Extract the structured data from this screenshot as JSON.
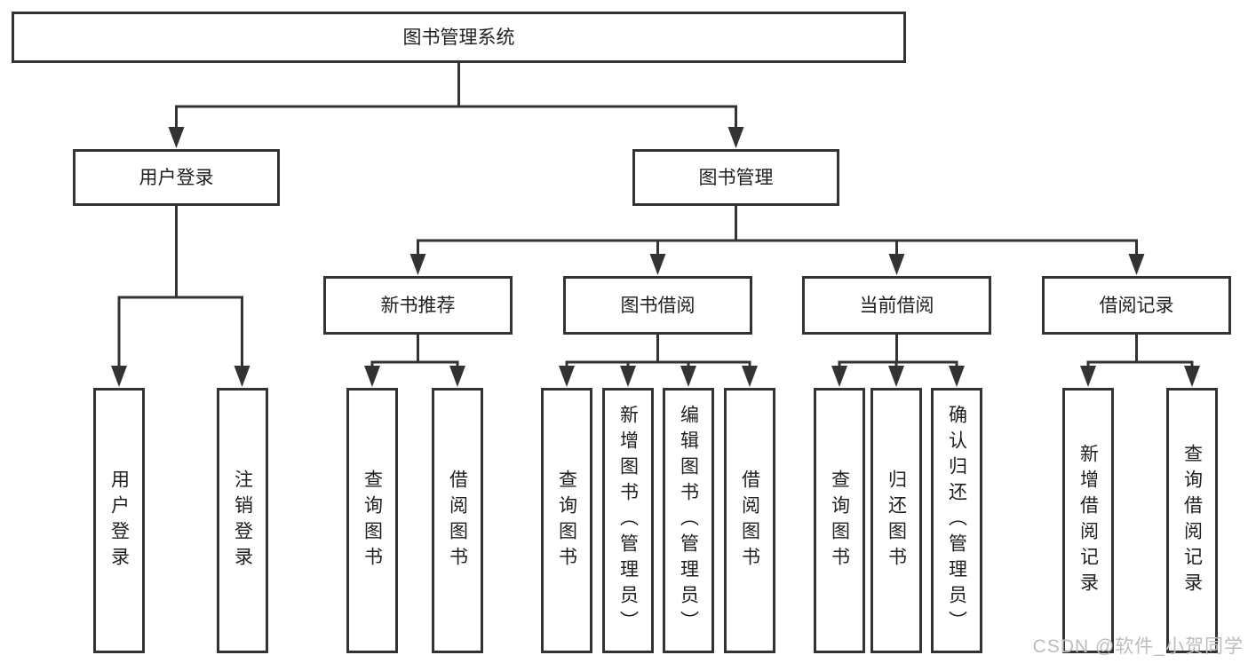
{
  "tree": {
    "root": {
      "label": "图书管理系统"
    },
    "children": [
      {
        "label": "用户登录",
        "children": [
          {
            "label": "用户登录"
          },
          {
            "label": "注销登录"
          }
        ]
      },
      {
        "label": "图书管理",
        "children": [
          {
            "label": "新书推荐",
            "children": [
              {
                "label": "查询图书"
              },
              {
                "label": "借阅图书"
              }
            ]
          },
          {
            "label": "图书借阅",
            "children": [
              {
                "label": "查询图书"
              },
              {
                "label": "新增图书（管理员）"
              },
              {
                "label": "编辑图书（管理员）"
              },
              {
                "label": "借阅图书"
              }
            ]
          },
          {
            "label": "当前借阅",
            "children": [
              {
                "label": "查询图书"
              },
              {
                "label": "归还图书"
              },
              {
                "label": "确认归还（管理员）"
              }
            ]
          },
          {
            "label": "借阅记录",
            "children": [
              {
                "label": "新增借阅记录"
              },
              {
                "label": "查询借阅记录"
              }
            ]
          }
        ]
      }
    ]
  },
  "watermark": {
    "text": "CSDN @软件_小贺同学"
  },
  "colors": {
    "line": "#333333",
    "box_border": "#333333",
    "text": "#1f1f1f",
    "watermark": "#bdbdbd",
    "background": "#ffffff"
  }
}
